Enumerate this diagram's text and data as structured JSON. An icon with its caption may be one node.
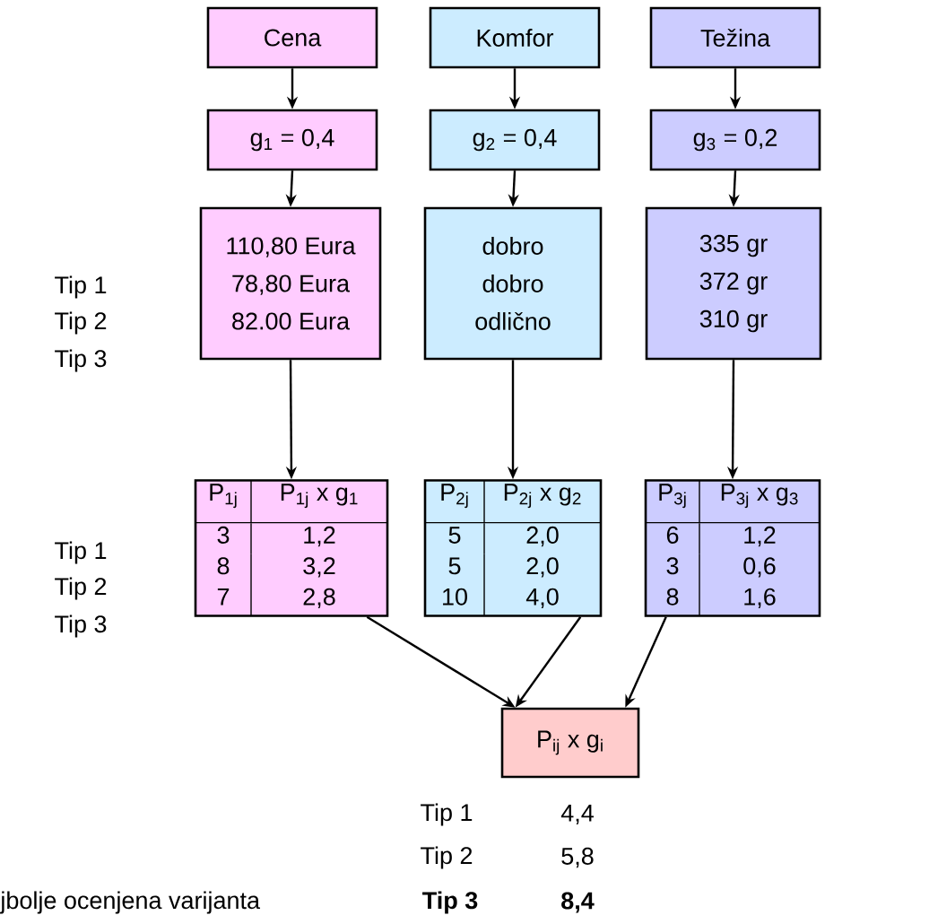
{
  "diagram": {
    "nodes": [
      {
        "text": [
          "Cena"
        ]
      },
      {
        "text": [
          "Komfor"
        ]
      },
      {
        "text": [
          "Težina"
        ]
      },
      {
        "text": [
          "g$_{1}$ = 0,4"
        ]
      },
      {
        "text": [
          "g$_{2}$ = 0,4"
        ]
      },
      {
        "text": [
          "g$_{3}$ = 0,2"
        ]
      },
      {
        "text": [
          "110,80 Eura",
          "78,80 Eura",
          "82.00 Eura"
        ]
      },
      {
        "text": [
          "dobro",
          "dobro",
          "odlično"
        ]
      },
      {
        "text": [
          "335 gr",
          "372 gr",
          "310 gr"
        ]
      },
      {
        "text": [
          "P$_{1j}$",
          "P$_{1j}$ x g$_{1}$",
          "3",
          "1,2",
          "8",
          "3,2",
          "7",
          "2,8"
        ]
      },
      {
        "text": [
          "P$_{2j}$",
          "P$_{2j}$ x g$_{2}$",
          "5",
          "2,0",
          "5",
          "2,0",
          "10",
          "4,0"
        ]
      },
      {
        "text": [
          "P$_{3j}$",
          "P$_{3j}$ x g$_{3}$",
          "6",
          "1,2",
          "3",
          "0,6",
          "8",
          "1,6"
        ]
      },
      {
        "text": [
          "P$_{ij}$ x g$_{i}$"
        ]
      }
    ],
    "edges": [
      {
        "from": 0,
        "to": 3,
        "arrow": "to"
      },
      {
        "from": 1,
        "to": 4,
        "arrow": "to"
      },
      {
        "from": 2,
        "to": 5,
        "arrow": "to"
      },
      {
        "from": 3,
        "to": 6,
        "arrow": "to"
      },
      {
        "from": 4,
        "to": 7,
        "arrow": "to"
      },
      {
        "from": 5,
        "to": 8,
        "arrow": "to"
      },
      {
        "from": 6,
        "to": 9,
        "arrow": "to"
      },
      {
        "from": 7,
        "to": 10,
        "arrow": "to"
      },
      {
        "from": 8,
        "to": 11,
        "arrow": "to"
      },
      {
        "from": 9,
        "to": 12,
        "arrow": "to"
      },
      {
        "from": 10,
        "to": 12,
        "arrow": "to"
      },
      {
        "from": 11,
        "to": 12,
        "arrow": "to"
      }
    ],
    "labels": [
      "Tip 1",
      "Tip 2",
      "Tip 3",
      "Tip 1",
      "Tip 2",
      "Tip 3",
      "Tip 1",
      "4,4",
      "Tip 2",
      "5,8",
      "jbolje ocenjena varijanta",
      "Tip 3",
      "8,4"
    ]
  }
}
